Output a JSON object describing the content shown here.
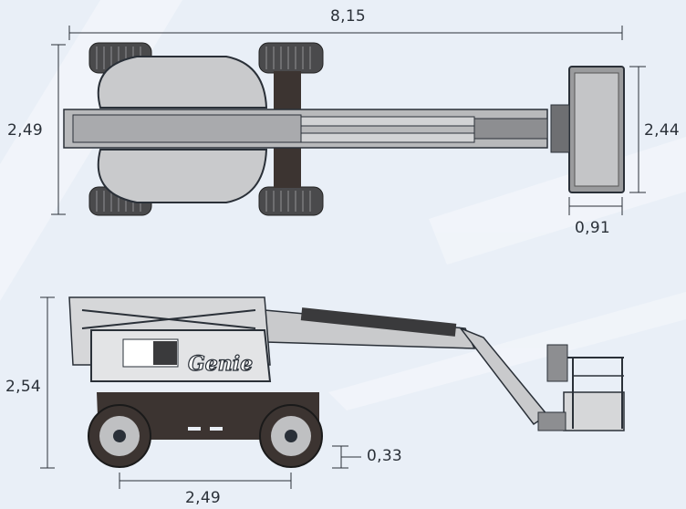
{
  "brand": "Genie",
  "dimensions": {
    "overall_length": "8,15",
    "top_width": "2,49",
    "platform_length": "2,44",
    "platform_width": "0,91",
    "stowed_height": "2,54",
    "ground_clearance": "0,33",
    "wheelbase": "2,49"
  },
  "colors": {
    "background": "#e9eff7",
    "line": "#2a3038",
    "boom": "#c9cacc",
    "chassis": "#3c3431"
  }
}
